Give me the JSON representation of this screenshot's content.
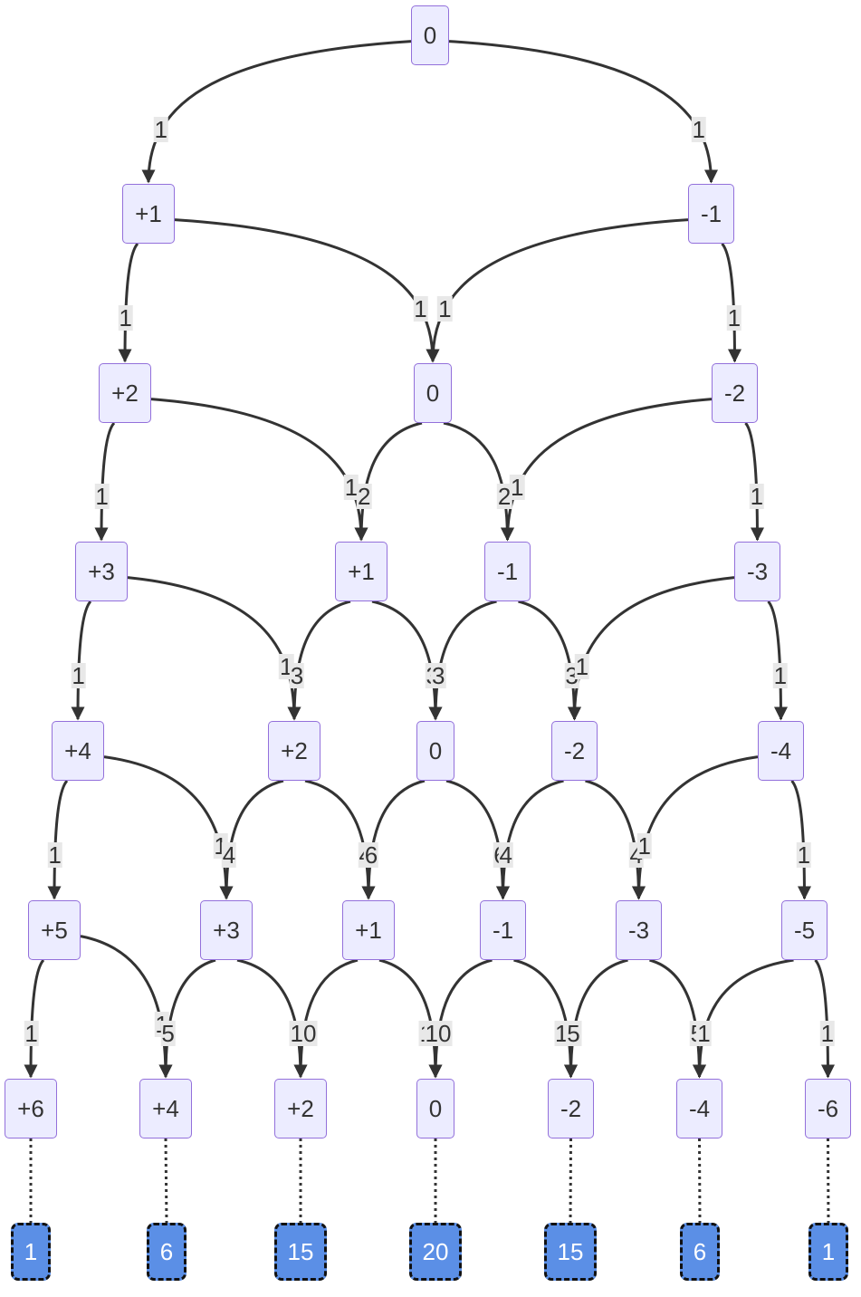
{
  "colors": {
    "node_fill": "#ECECFF",
    "node_border": "#9370DB",
    "edge": "#333333",
    "result_fill": "#5B8FE6",
    "result_border": "#111111",
    "label_bg": "#e8e8e8"
  },
  "levels": [
    [
      {
        "id": "n0_0",
        "label": "0"
      }
    ],
    [
      {
        "id": "n1_0",
        "label": "+1"
      },
      {
        "id": "n1_1",
        "label": "-1"
      }
    ],
    [
      {
        "id": "n2_0",
        "label": "+2"
      },
      {
        "id": "n2_1",
        "label": "0"
      },
      {
        "id": "n2_2",
        "label": "-2"
      }
    ],
    [
      {
        "id": "n3_0",
        "label": "+3"
      },
      {
        "id": "n3_1",
        "label": "+1"
      },
      {
        "id": "n3_2",
        "label": "-1"
      },
      {
        "id": "n3_3",
        "label": "-3"
      }
    ],
    [
      {
        "id": "n4_0",
        "label": "+4"
      },
      {
        "id": "n4_1",
        "label": "+2"
      },
      {
        "id": "n4_2",
        "label": "0"
      },
      {
        "id": "n4_3",
        "label": "-2"
      },
      {
        "id": "n4_4",
        "label": "-4"
      }
    ],
    [
      {
        "id": "n5_0",
        "label": "+5"
      },
      {
        "id": "n5_1",
        "label": "+3"
      },
      {
        "id": "n5_2",
        "label": "+1"
      },
      {
        "id": "n5_3",
        "label": "-1"
      },
      {
        "id": "n5_4",
        "label": "-3"
      },
      {
        "id": "n5_5",
        "label": "-5"
      }
    ],
    [
      {
        "id": "n6_0",
        "label": "+6"
      },
      {
        "id": "n6_1",
        "label": "+4"
      },
      {
        "id": "n6_2",
        "label": "+2"
      },
      {
        "id": "n6_3",
        "label": "0"
      },
      {
        "id": "n6_4",
        "label": "-2"
      },
      {
        "id": "n6_5",
        "label": "-4"
      },
      {
        "id": "n6_6",
        "label": "-6"
      }
    ]
  ],
  "results": [
    {
      "id": "r0",
      "label": "1"
    },
    {
      "id": "r1",
      "label": "6"
    },
    {
      "id": "r2",
      "label": "15"
    },
    {
      "id": "r3",
      "label": "20"
    },
    {
      "id": "r4",
      "label": "15"
    },
    {
      "id": "r5",
      "label": "6"
    },
    {
      "id": "r6",
      "label": "1"
    }
  ],
  "edges": [
    {
      "from": "n0_0",
      "to": "n1_0",
      "label": "1"
    },
    {
      "from": "n0_0",
      "to": "n1_1",
      "label": "1"
    },
    {
      "from": "n1_0",
      "to": "n2_0",
      "label": "1"
    },
    {
      "from": "n1_0",
      "to": "n2_1",
      "label": "1"
    },
    {
      "from": "n1_1",
      "to": "n2_1",
      "label": "1"
    },
    {
      "from": "n1_1",
      "to": "n2_2",
      "label": "1"
    },
    {
      "from": "n2_0",
      "to": "n3_0",
      "label": "1"
    },
    {
      "from": "n2_0",
      "to": "n3_1",
      "label": "1"
    },
    {
      "from": "n2_1",
      "to": "n3_1",
      "label": "2"
    },
    {
      "from": "n2_1",
      "to": "n3_2",
      "label": "2"
    },
    {
      "from": "n2_2",
      "to": "n3_2",
      "label": "1"
    },
    {
      "from": "n2_2",
      "to": "n3_3",
      "label": "1"
    },
    {
      "from": "n3_0",
      "to": "n4_0",
      "label": "1"
    },
    {
      "from": "n3_0",
      "to": "n4_1",
      "label": "1"
    },
    {
      "from": "n3_1",
      "to": "n4_1",
      "label": "3"
    },
    {
      "from": "n3_1",
      "to": "n4_2",
      "label": "3"
    },
    {
      "from": "n3_2",
      "to": "n4_2",
      "label": "3"
    },
    {
      "from": "n3_2",
      "to": "n4_3",
      "label": "3"
    },
    {
      "from": "n3_3",
      "to": "n4_3",
      "label": "1"
    },
    {
      "from": "n3_3",
      "to": "n4_4",
      "label": "1"
    },
    {
      "from": "n4_0",
      "to": "n5_0",
      "label": "1"
    },
    {
      "from": "n4_0",
      "to": "n5_1",
      "label": "1"
    },
    {
      "from": "n4_1",
      "to": "n5_1",
      "label": "4"
    },
    {
      "from": "n4_1",
      "to": "n5_2",
      "label": "4"
    },
    {
      "from": "n4_2",
      "to": "n5_2",
      "label": "6"
    },
    {
      "from": "n4_2",
      "to": "n5_3",
      "label": "6"
    },
    {
      "from": "n4_3",
      "to": "n5_3",
      "label": "4"
    },
    {
      "from": "n4_3",
      "to": "n5_4",
      "label": "4"
    },
    {
      "from": "n4_4",
      "to": "n5_4",
      "label": "1"
    },
    {
      "from": "n4_4",
      "to": "n5_5",
      "label": "1"
    },
    {
      "from": "n5_0",
      "to": "n6_0",
      "label": "1"
    },
    {
      "from": "n5_0",
      "to": "n6_1",
      "label": "1"
    },
    {
      "from": "n5_1",
      "to": "n6_1",
      "label": "5"
    },
    {
      "from": "n5_1",
      "to": "n6_2",
      "label": "5"
    },
    {
      "from": "n5_2",
      "to": "n6_2",
      "label": "10"
    },
    {
      "from": "n5_2",
      "to": "n6_3",
      "label": "10"
    },
    {
      "from": "n5_3",
      "to": "n6_3",
      "label": "10"
    },
    {
      "from": "n5_3",
      "to": "n6_4",
      "label": "10"
    },
    {
      "from": "n5_4",
      "to": "n6_4",
      "label": "5"
    },
    {
      "from": "n5_4",
      "to": "n6_5",
      "label": "5"
    },
    {
      "from": "n5_5",
      "to": "n6_5",
      "label": "1"
    },
    {
      "from": "n5_5",
      "to": "n6_6",
      "label": "1"
    },
    {
      "from": "n6_0",
      "to": "r0",
      "label": "",
      "dashed": true
    },
    {
      "from": "n6_1",
      "to": "r1",
      "label": "",
      "dashed": true
    },
    {
      "from": "n6_2",
      "to": "r2",
      "label": "",
      "dashed": true
    },
    {
      "from": "n6_3",
      "to": "r3",
      "label": "",
      "dashed": true
    },
    {
      "from": "n6_4",
      "to": "r4",
      "label": "",
      "dashed": true
    },
    {
      "from": "n6_5",
      "to": "r5",
      "label": "",
      "dashed": true
    },
    {
      "from": "n6_6",
      "to": "r6",
      "label": "",
      "dashed": true
    }
  ]
}
